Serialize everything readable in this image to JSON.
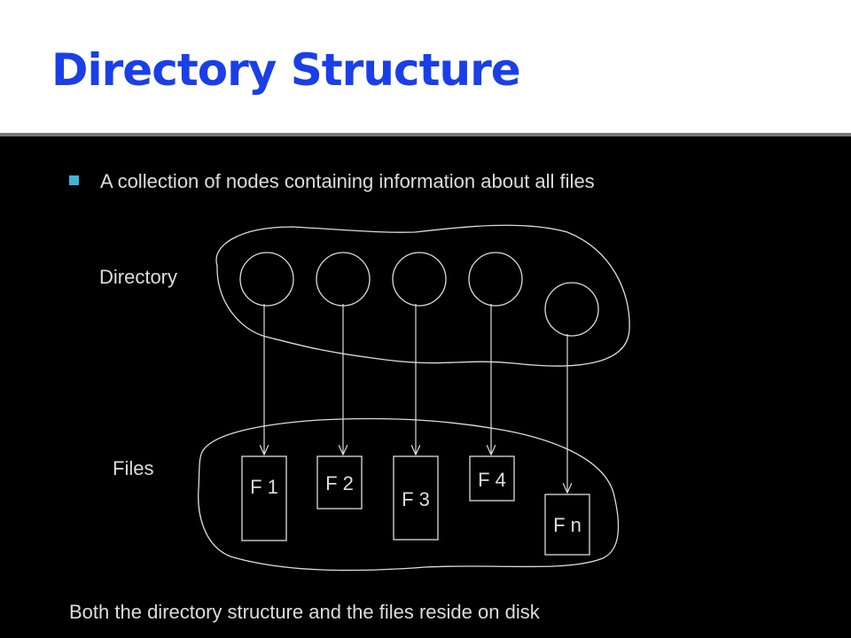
{
  "title": "Directory Structure",
  "bullet": "A collection of nodes containing information about all files",
  "labels": {
    "directory": "Directory",
    "files": "Files"
  },
  "files": [
    "F 1",
    "F 2",
    "F 3",
    "F 4",
    "F n"
  ],
  "footer": "Both the directory structure and the files reside on disk",
  "colors": {
    "title": "#1a3fe8",
    "bullet": "#3bb4d8",
    "background": "#000000",
    "text": "#dddddd"
  }
}
